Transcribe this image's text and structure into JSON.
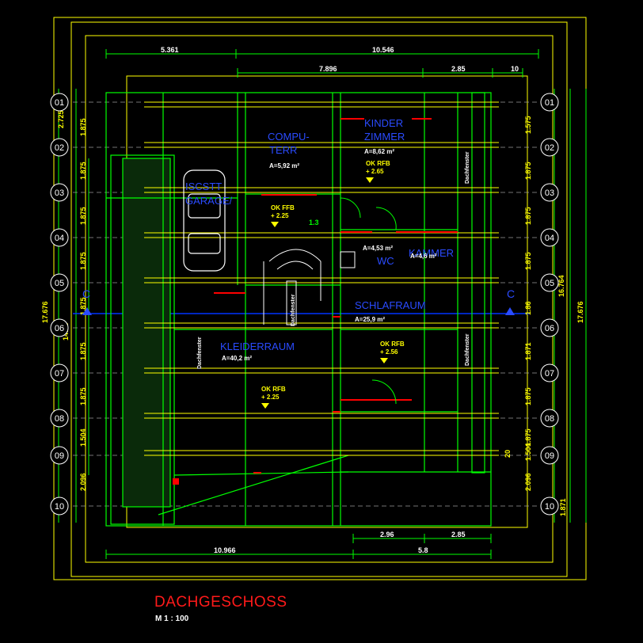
{
  "drawing": {
    "title": "DACHGESCHOSS",
    "scale": "M 1 : 100"
  },
  "dimensions": {
    "top_row1": [
      "5.361",
      "10.546"
    ],
    "top_row2": [
      "7.896",
      "2.85",
      "10"
    ],
    "bottom_row1": [
      "2.96",
      "2.85"
    ],
    "bottom_row2": [
      "10.966",
      "5.8"
    ],
    "left_outer": "17.676",
    "left_inner": "14.86",
    "right_inner": "16.764",
    "right_outer": "17.676",
    "left_segments": [
      "2.725",
      "1.875",
      "1.875",
      "1.875",
      "1.875",
      "1.875",
      "1.875",
      "1.875",
      "1.504",
      "2.096"
    ],
    "right_segments": [
      "1.575",
      "1.875",
      "1.875",
      "1.875",
      "1.86",
      "1.871",
      "1.875",
      "1.875",
      "1.504",
      "2.096",
      "1.871"
    ],
    "small": [
      "1.3",
      "20"
    ]
  },
  "grid_lines": [
    "01",
    "02",
    "03",
    "04",
    "05",
    "06",
    "07",
    "08",
    "09",
    "10"
  ],
  "section_marker": "C",
  "rooms": {
    "computer": {
      "name1": "COMPU-",
      "name2": "TERR",
      "area": "A=5,92 m²"
    },
    "kinder": {
      "name1": "KINDER",
      "name2": "ZIMMER",
      "area": "A=8,62 m²"
    },
    "garage": {
      "name1": "ISCSTT",
      "name2": "GARAGE/"
    },
    "wc": {
      "name": "WC",
      "area": "A=4,53 m²"
    },
    "kammer": {
      "name": "KAMMER",
      "area": "A=4,6 m²"
    },
    "schlafraum": {
      "name": "SCHLAFRAUM",
      "area": "A=25,9 m²"
    },
    "kleiderraum": {
      "name": "KLEIDERRAUM",
      "area": "A=40,2 m²"
    }
  },
  "levels": {
    "lvl1": {
      "line1": "OK RFB",
      "line2": "+ 2.65"
    },
    "lvl2": {
      "line1": "OK FFB",
      "line2": "+ 2.25"
    },
    "lvl3": {
      "line1": "OK RFB",
      "line2": "+ 2.56"
    },
    "lvl4": {
      "line1": "OK RFB",
      "line2": "+ 2.25"
    }
  },
  "wall_labels": [
    "Dachfenster",
    "Dachfenster",
    "Dachfenster",
    "Dachfenster"
  ],
  "colors": {
    "background": "#000000",
    "wall_green": "#00ff00",
    "frame_yellow": "#ffff00",
    "grid_grey": "#9a9a9a",
    "section_blue": "#0033ff",
    "accent_red": "#ff0000",
    "title_red": "#ff1a1a"
  }
}
